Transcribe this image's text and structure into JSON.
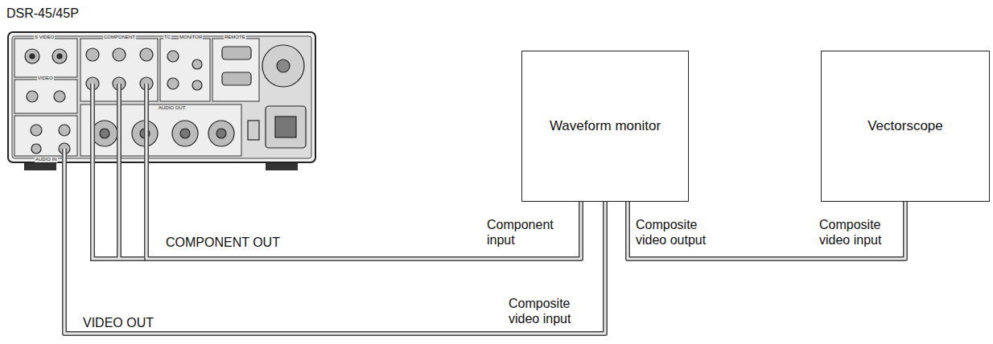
{
  "diagram": {
    "nodes": [
      {
        "text": [
          "DSR-45/45P"
        ]
      },
      {
        "text": [
          "Waveform monitor"
        ]
      },
      {
        "text": [
          "Vectorscope"
        ]
      }
    ],
    "edges": [
      {
        "from": 0,
        "to": 1,
        "label": "COMPONENT OUT",
        "arrow": "none"
      },
      {
        "from": 0,
        "to": 1,
        "label": "VIDEO OUT",
        "arrow": "none"
      },
      {
        "from": 1,
        "to": 2,
        "arrow": "none"
      }
    ],
    "labels": [
      "Component input",
      "Composite video output",
      "Composite video input",
      "Composite video input",
      "S VIDEO",
      "COMPONENT",
      "TC",
      "MONITOR",
      "REMOTE",
      "VIDEO",
      "AUDIO OUT",
      "AUDIO IN"
    ]
  }
}
